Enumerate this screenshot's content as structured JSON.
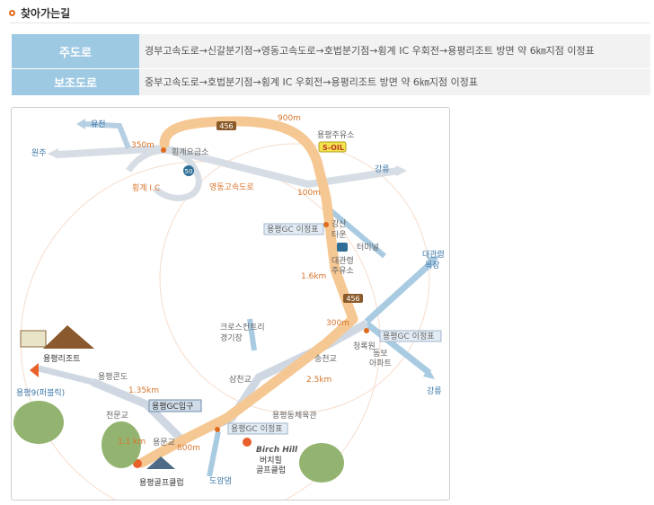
{
  "header": {
    "title": "찾아가는길"
  },
  "routes": [
    {
      "label": "주도로",
      "text": "경부고속도로→신갈분기점→영동고속도로→호법분기점→횡계 IC 우회전→용평리조트 방면 약 6㎞지점 이정표"
    },
    {
      "label": "보조도로",
      "text": "중부고속도로→호법분기점→횡계 IC 우회전→용평리조트 방면 약 6㎞지점 이정표"
    }
  ],
  "map": {
    "labels": {
      "yuchon": "유천",
      "wonju": "원주",
      "d350": "350m",
      "d900": "900m",
      "route456a": "456",
      "tollgate": "횡계요금소",
      "route50": "50",
      "ic": "횡계 I.C",
      "expressway": "영동고속도로",
      "station": "용평주유소",
      "soil": "S-OIL",
      "gangneung1": "강릉",
      "d100": "100m",
      "gangsan": "강산",
      "tawon": "타운",
      "gc_sign1": "용평GC 이정표",
      "terminal": "터미널",
      "daegwallyeong_station": "대관령",
      "daegwallyeong_station2": "주유소",
      "d16": "1.6km",
      "route456b": "456",
      "ranch1": "대관령",
      "ranch2": "목장",
      "d300": "300m",
      "gc_sign2": "용평GC 이정표",
      "cross1": "크로스컨트리",
      "cross2": "경기장",
      "cheongnok": "청록원",
      "dongbo1": "동보",
      "dongbo2": "아파트",
      "songcheon": "송천교",
      "resort": "용평리조트",
      "condo": "용평콘도",
      "samcheon": "삼천교",
      "d25": "2.5km",
      "d135": "1.35km",
      "pyeongchang1": "용평9(퍼블릭)",
      "gc_entrance": "용평GC입구",
      "gymnasium": "용평동체육관",
      "gangneung2": "강릉",
      "cheonmun": "천문교",
      "gc_sign3": "용평GC 이정표",
      "yongmun": "용문교",
      "d800": "800m",
      "d11": "1.1 km",
      "birch": "Birch Hill",
      "birch_k1": "버치힐",
      "birch_k2": "골프클럽",
      "doam": "도암댐",
      "golf": "용평골프클럽"
    },
    "colors": {
      "main_road": "#f5c792",
      "road": "#cfd8e2",
      "blue_road": "#a9cbe2",
      "arrow": "#e8602a",
      "accent": "#e06a1a"
    }
  }
}
